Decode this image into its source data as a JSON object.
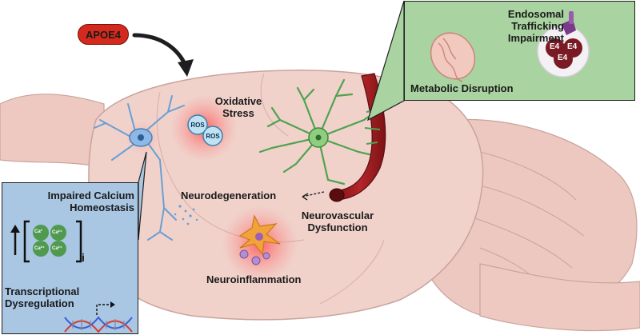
{
  "badge": {
    "label": "APOE4"
  },
  "green_panel": {
    "endosomal_label": "Endosomal\nTrafficking\nImpairment",
    "metabolic_label": "Metabolic Disruption",
    "e4_markers": [
      "E4",
      "E4",
      "E4"
    ]
  },
  "blue_panel": {
    "calcium_label": "Impaired Calcium\nHomeostasis",
    "calcium_subscript": "i",
    "calcium_ions": [
      "Ca²",
      "Ca²⁺",
      "Ca²⁺",
      "Ca²⁺"
    ],
    "transcriptional_label": "Transcriptional\nDysregulation"
  },
  "brain_labels": {
    "oxidative_stress": "Oxidative\nStress",
    "ros": [
      "ROS",
      "ROS"
    ],
    "neurodegeneration": "Neurodegeneration",
    "neurovascular": "Neurovascular\nDysfunction",
    "neuroinflammation": "Neuroinflammation"
  },
  "colors": {
    "badge": "#d42a1d",
    "brain": "#efcfc8",
    "green_panel": "#a9d3a0",
    "blue_panel": "#a9c6e3",
    "vessel": "#a8201e",
    "astrocyte": "#4fa24f",
    "neuron": "#6a9fd4",
    "microglia": "#f2a23a"
  }
}
